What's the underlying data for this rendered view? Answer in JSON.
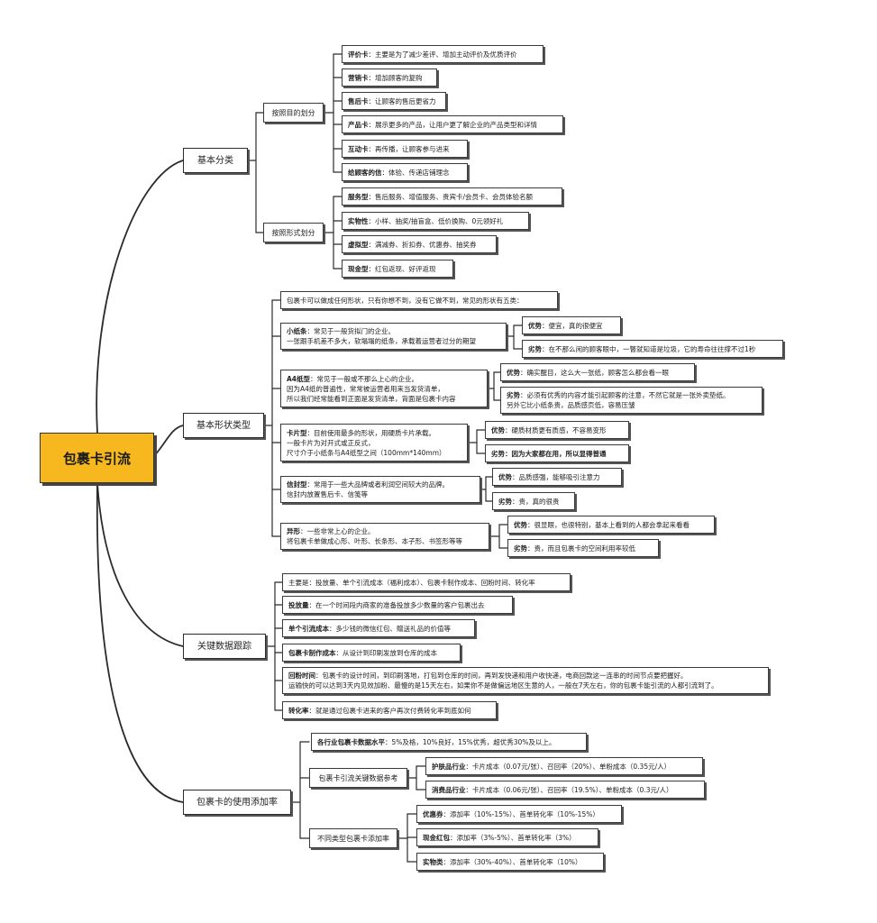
{
  "root": {
    "label": "包裹卡引流"
  },
  "branches": [
    {
      "id": "basic",
      "label": "基本分类",
      "groups": [
        {
          "id": "purpose",
          "label": "按照目的划分",
          "items": [
            {
              "bold": "评价卡",
              "text": "：主要是为了减少差评、增加主动评价及优质评价"
            },
            {
              "bold": "营销卡",
              "text": "：增加顾客的复购"
            },
            {
              "bold": "售后卡",
              "text": "：让顾客的售后更省力"
            },
            {
              "bold": "产品卡",
              "text": "：展示更多的产品，让用户更了解企业的产品类型和详情"
            },
            {
              "bold": "互动卡",
              "text": "：再传播，让顾客参与进来"
            },
            {
              "bold": "给顾客的信",
              "text": "：体验、传递店铺理念"
            }
          ]
        },
        {
          "id": "form",
          "label": "按照形式划分",
          "items": [
            {
              "bold": "服务型",
              "text": "：售后服务、增值服务、贵宾卡/会员卡、会员体验名额"
            },
            {
              "bold": "实物性",
              "text": "：小样、抽奖/抽盲盒、低价换购、0元领好礼"
            },
            {
              "bold": "虚拟型",
              "text": "：满减券、折扣券、优惠券、抽奖券"
            },
            {
              "bold": "现金型",
              "text": "：红包返现、好评返现"
            }
          ]
        }
      ]
    },
    {
      "id": "shape",
      "label": "基本形状类型",
      "intro": "包裹卡可以做成任何形状，只有你想不到，没有它做不到，常见的形状有五类：",
      "groups": [
        {
          "id": "small",
          "bold": "小纸条",
          "text": "：常见于一般货拟门的企业。\n一张跟手机差不多大，软塌塌的纸条，承载着运营者过分的期望",
          "pros": {
            "bold": "优势",
            "text": "：便宜，真的很便宜"
          },
          "cons": {
            "bold": "劣势",
            "text": "：在不那么闲的顾客眼中，一瞥就知道是垃圾，它的寿命往往撑不过1秒"
          }
        },
        {
          "id": "a4",
          "bold": "A4纸型",
          "text": "：常见于一般或不那么上心的企业。\n因为A4纸的普遍性，常常被运营者用来当发货清单，\n所以我们经常能看到正面是发货清单，背面是包裹卡内容",
          "pros": {
            "bold": "优势",
            "text": "：确实醒目，这么大一张纸，顾客怎么都会看一眼"
          },
          "cons": {
            "bold": "劣势",
            "text": "：必须有优秀的内容才能引起顾客的注意，不然它就是一张外卖垫纸。\n另外它比小纸条贵，品质感页低，容易压皱"
          }
        },
        {
          "id": "card",
          "bold": "卡片型",
          "text": "：目前使用最多的形状，用硬质卡片承载。\n一般卡片为对开式或正反式，\n尺寸介于小纸条与A4纸型之间（100mm*140mm）",
          "pros": {
            "bold": "优势",
            "text": "：硬质材质更有质感，不容易变形"
          },
          "cons": {
            "bold": "劣势",
            "text": "：因为大家都在用，所以显得普通",
            "boldText": true
          }
        },
        {
          "id": "envelope",
          "bold": "信封型",
          "text": "：常用于一些大品牌或者利润空间较大的品牌。\n信封内放置售后卡、信笺等",
          "pros": {
            "bold": "优势",
            "text": "：品质感强，能够吸引注意力"
          },
          "cons": {
            "bold": "劣势",
            "text": "：贵，真的很贵"
          }
        },
        {
          "id": "odd",
          "bold": "异形",
          "text": "：一些非常上心的企业。\n将包裹卡单做成心形、叶形、长条形、本子形、书签形等等",
          "pros": {
            "bold": "优势",
            "text": "：很显眼，也很特别，基本上看到的人都会拿起来看看"
          },
          "cons": {
            "bold": "劣势",
            "text": "：贵，而且包裹卡的空间利用率较低"
          }
        }
      ]
    },
    {
      "id": "tracking",
      "label": "关键数据跟踪",
      "items": [
        {
          "bold": "",
          "text": "主要是：投放量、单个引流成本（福利成本）、包裹卡制作成本、回粉时间、转化率"
        },
        {
          "bold": "投放量",
          "text": "：在一个时间段内商家的准备投放多少数量的客户包裹出去"
        },
        {
          "bold": "单个引流成本",
          "text": "：多少钱的微信红包、赠送礼品的价值等"
        },
        {
          "bold": "包裹卡制作成本",
          "text": "：从设计到印刷发放到仓库的成本"
        },
        {
          "bold": "回粉时间",
          "text": "：包裹卡的设计时间，到印刷落地，打包到仓库的时间，再到发快递和用户收快递，电商回款这一连串的时间节点要把握好。\n运输快的可以达到3天内见效加粉、最慢的是15天左右，如果你不是做偏远地区生意的人，一般在7天左右，你的包裹卡能引流的人都引流到了。",
          "tailBold": true
        },
        {
          "bold": "转化率",
          "text": "：就是通过包裹卡进来的客户再次付费转化率到底如何"
        }
      ]
    },
    {
      "id": "rate",
      "label": "包裹卡的使用添加率",
      "top": {
        "bold": "各行业包裹卡数据水平",
        "text": "：5%及格，10%良好，15%优秀，超优秀30%及以上。"
      },
      "groups": [
        {
          "id": "ref",
          "label": "包裹卡引流关键数据参考",
          "items": [
            {
              "bold": "护肤品行业",
              "text": "：卡片成本（0.07元/张）、召回率（20%）、单粉成本（0.35元/人）"
            },
            {
              "bold": "消费品行业",
              "text": "：卡片成本（0.06元/张）、召回率（19.5%）、单粉成本（0.3元/人）"
            }
          ]
        },
        {
          "id": "types",
          "label": "不同类型包裹卡添加率",
          "items": [
            {
              "bold": "优惠券",
              "text": "：添加率（10%-15%）、首单转化率（10%-15%）"
            },
            {
              "bold": "现金红包",
              "text": "：添加率（3%-5%）、首单转化率（3%）"
            },
            {
              "bold": "实物类",
              "text": "：添加率（30%-40%）、首单转化率（10%）"
            }
          ]
        }
      ]
    }
  ]
}
